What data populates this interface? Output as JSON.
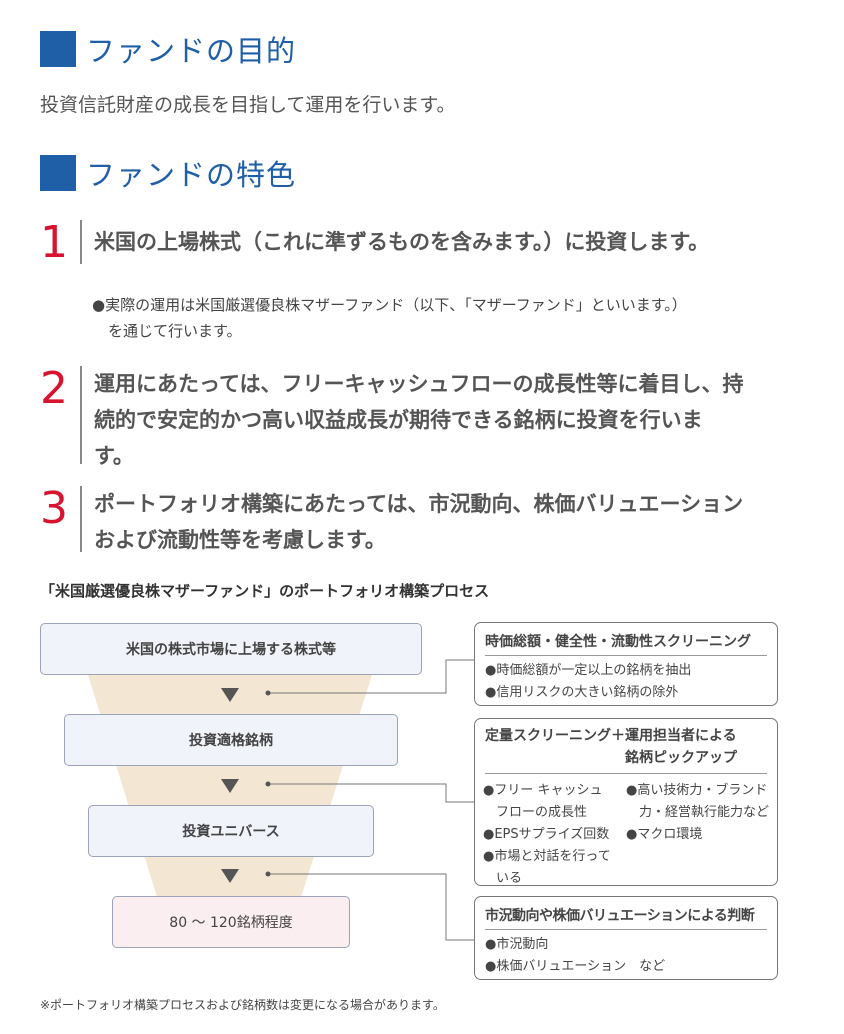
{
  "sections": {
    "purpose_title": "ファンドの目的",
    "purpose_text": "投資信託財産の成長を目指して運用を行います。",
    "features_title": "ファンドの特色"
  },
  "features": [
    {
      "num": "1",
      "lines": [
        "米国の上場株式（これに準ずるものを含みます。）に投資します。"
      ]
    },
    {
      "num": "2",
      "lines": [
        "運用にあたっては、フリーキャッシュフローの成長性等に着目し、持",
        "続的で安定的かつ高い収益成長が期待できる銘柄に投資を行いま",
        "す。"
      ]
    },
    {
      "num": "3",
      "lines": [
        "ポートフォリオ構築にあたっては、市況動向、株価バリュエーション",
        "および流動性等を考慮します。"
      ]
    }
  ],
  "feature1_note": [
    "●実際の運用は米国厳選優良株マザーファンド（以下、「マザーファンド」といいます。）",
    "を通じて行います。"
  ],
  "process": {
    "title": "「米国厳選優良株マザーファンド」のポートフォリオ構築プロセス",
    "stages": [
      "米国の株式市場に上場する株式等",
      "投資適格銘柄",
      "投資ユニバース",
      "80 〜 120銘柄程度"
    ],
    "screen1": {
      "title": "時価総額・健全性・流動性スクリーニング",
      "items": [
        "●時価総額が一定以上の銘柄を抽出",
        "●信用リスクの大きい銘柄の除外"
      ]
    },
    "screen2": {
      "title_lines": [
        "定量スクリーニング＋運用担当者による",
        "銘柄ピックアップ"
      ],
      "left_items": [
        "●フリー キャッシュ",
        "　フローの成長性",
        "●EPSサプライズ回数",
        "●市場と対話を行って",
        "　いる"
      ],
      "right_items": [
        "●高い技術力・ブランド",
        "　力・経営執行能力など",
        "●マクロ環境"
      ]
    },
    "screen3": {
      "title": "市況動向や株価バリュエーションによる判断",
      "items": [
        "●市況動向",
        "●株価バリュエーション　など"
      ]
    },
    "footnote": "※ポートフォリオ構築プロセスおよび銘柄数は変更になる場合があります。"
  },
  "colors": {
    "accent_blue": "#1f5fa8",
    "number_red": "#d7132e",
    "funnel": "#f3e6d2",
    "stage_fill": "#f1f3fa",
    "final_fill": "#fbeef0"
  }
}
